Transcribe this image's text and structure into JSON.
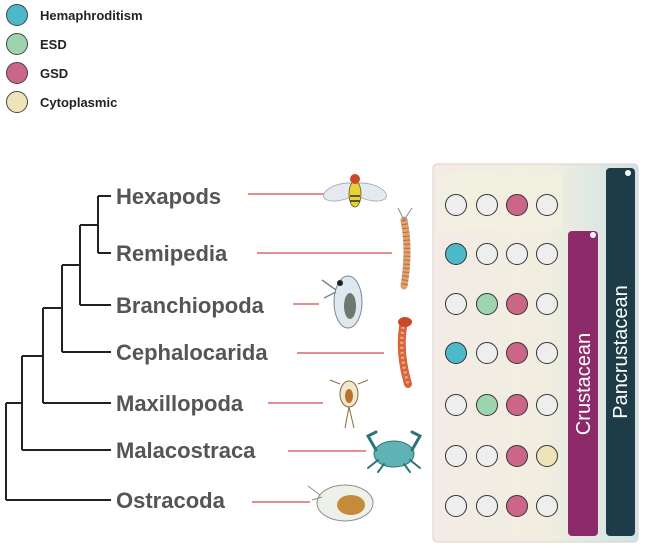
{
  "legend": [
    {
      "key": "hermaphroditism",
      "label": "Hemaphroditism",
      "color": "#4db8c8"
    },
    {
      "key": "esd",
      "label": "ESD",
      "color": "#9fd4b0"
    },
    {
      "key": "gsd",
      "label": "GSD",
      "color": "#cc6688"
    },
    {
      "key": "cytoplasmic",
      "label": "Cytoplasmic",
      "color": "#efe4b8"
    }
  ],
  "empty_color": "#eeeeee",
  "taxa": [
    {
      "name": "Hexapods",
      "icon": "fly-icon",
      "states": [
        false,
        false,
        true,
        false
      ]
    },
    {
      "name": "Remipedia",
      "icon": "remipede-icon",
      "states": [
        true,
        false,
        false,
        false
      ]
    },
    {
      "name": "Branchiopoda",
      "icon": "daphnia-icon",
      "states": [
        false,
        true,
        true,
        false
      ]
    },
    {
      "name": "Cephalocarida",
      "icon": "cephalocarid-icon",
      "states": [
        true,
        false,
        true,
        false
      ]
    },
    {
      "name": "Maxillopoda",
      "icon": "copepod-icon",
      "states": [
        false,
        true,
        true,
        false
      ]
    },
    {
      "name": "Malacostraca",
      "icon": "crab-icon",
      "states": [
        false,
        false,
        true,
        true
      ]
    },
    {
      "name": "Ostracoda",
      "icon": "ostracod-icon",
      "states": [
        false,
        false,
        true,
        false
      ]
    }
  ],
  "clades": [
    {
      "label": "Crustacean",
      "color": "#8c2a6a"
    },
    {
      "label": "Pancrustacean",
      "color": "#1d3c47"
    }
  ]
}
